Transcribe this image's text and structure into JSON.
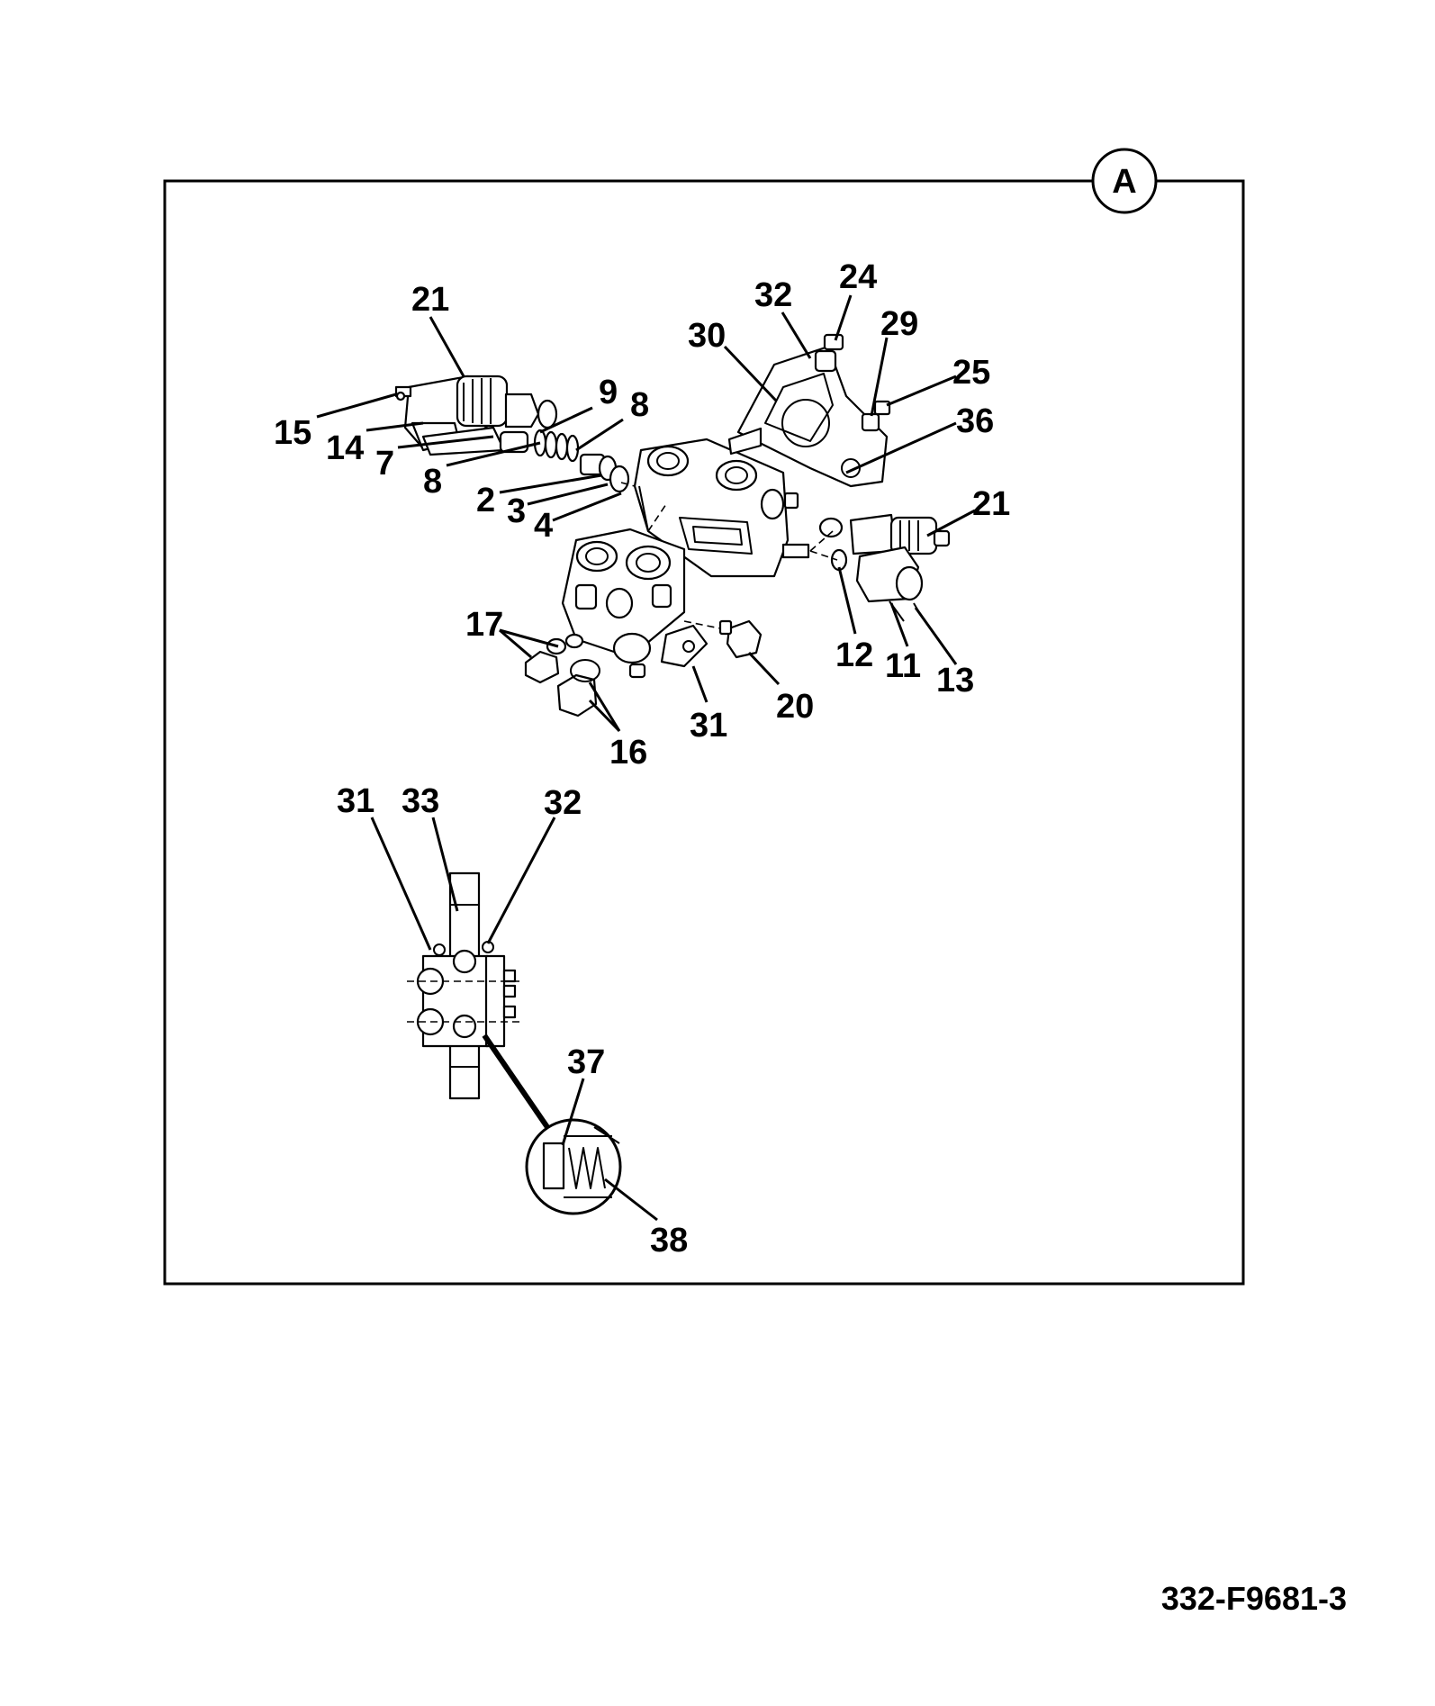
{
  "diagram": {
    "detail_marker": "A",
    "figure_number": "332-F9681-3",
    "callouts": {
      "c21a": "21",
      "c15": "15",
      "c14": "14",
      "c7": "7",
      "c8a": "8",
      "c9": "9",
      "c8b": "8",
      "c2": "2",
      "c3": "3",
      "c4": "4",
      "c32a": "32",
      "c24": "24",
      "c30": "30",
      "c29": "29",
      "c25": "25",
      "c36": "36",
      "c21b": "21",
      "c17": "17",
      "c12": "12",
      "c11": "11",
      "c13": "13",
      "c20": "20",
      "c31a": "31",
      "c16": "16",
      "c31b": "31",
      "c33": "33",
      "c32b": "32",
      "c37": "37",
      "c38": "38"
    }
  }
}
